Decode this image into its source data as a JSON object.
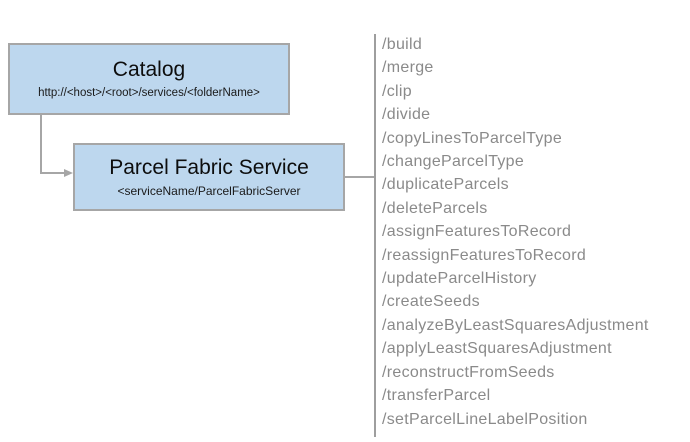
{
  "diagram": {
    "catalog": {
      "title": "Catalog",
      "subtitle": "http://<host>/<root>/services/<folderName>"
    },
    "service": {
      "title": "Parcel Fabric Service",
      "subtitle": "<serviceName/ParcelFabricServer"
    },
    "endpoints": [
      "/build",
      "/merge",
      "/clip",
      "/divide",
      "/copyLinesToParcelType",
      "/changeParcelType",
      "/duplicateParcels",
      "/deleteParcels",
      "/assignFeaturesToRecord",
      "/reassignFeaturesToRecord",
      "/updateParcelHistory",
      "/createSeeds",
      "/analyzeByLeastSquaresAdjustment",
      "/applyLeastSquaresAdjustment",
      "/reconstructFromSeeds",
      "/transferParcel",
      "/setParcelLineLabelPosition"
    ],
    "colors": {
      "box_fill": "#BDD7EE",
      "box_border": "#A6A6A6",
      "connector": "#A6A6A6",
      "endpoint_text": "#8A8A8A",
      "title_text": "#0D0D0D",
      "background": "#FFFFFF"
    }
  }
}
